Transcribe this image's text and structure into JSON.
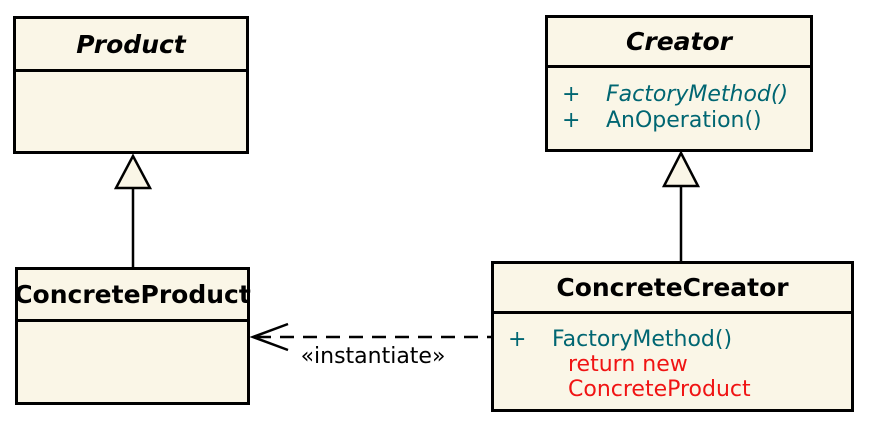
{
  "diagram": {
    "classes": {
      "product": {
        "name": "Product"
      },
      "creator": {
        "name": "Creator",
        "methods": [
          {
            "vis": "+",
            "name": "FactoryMethod()"
          },
          {
            "vis": "+",
            "name": "AnOperation()"
          }
        ]
      },
      "concreteProduct": {
        "name": "ConcreteProduct"
      },
      "concreteCreator": {
        "name": "ConcreteCreator",
        "methods": [
          {
            "vis": "+",
            "name": "FactoryMethod()"
          }
        ],
        "note": [
          "return new",
          "ConcreteProduct"
        ]
      }
    },
    "relations": {
      "instantiate_label": "«instantiate»"
    },
    "colors": {
      "box_fill": "#faf6e7",
      "border": "#000000",
      "method_text": "#006672",
      "note_text": "#f01414"
    }
  }
}
